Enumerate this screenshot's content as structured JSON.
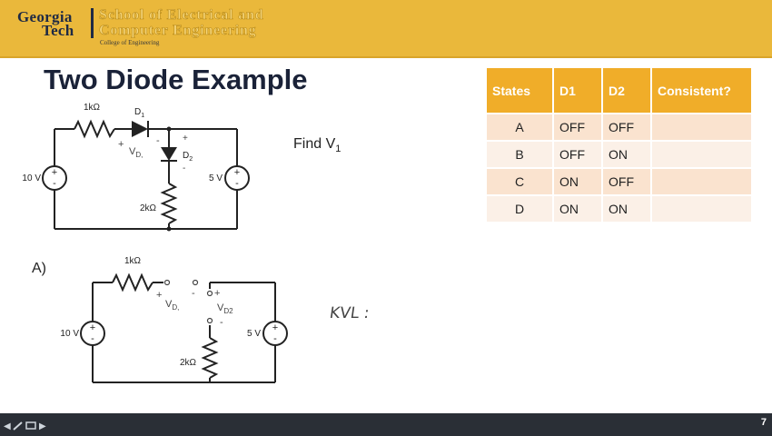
{
  "header": {
    "logo_line1": "Georgia",
    "logo_line2": "Tech",
    "school_line1": "School of Electrical and",
    "school_line2": "Computer Engineering",
    "college": "College of Engineering"
  },
  "slide": {
    "title": "Two Diode Example",
    "find_prefix": "Find V",
    "find_subscript": "1",
    "part_label": "A)",
    "kvl_note": "KVL :",
    "page_number": "7"
  },
  "circuit_top": {
    "r1": "1kΩ",
    "d1": "D",
    "d1_sub": "1",
    "d2": "D",
    "d2_sub": "2",
    "source_left": "10 V",
    "source_right": "5 V",
    "r2": "2kΩ",
    "vd1_note": "V",
    "vd1_sub": "D,",
    "plus": "+",
    "minus": "-"
  },
  "circuit_bottom": {
    "r1": "1kΩ",
    "source_left": "10 V",
    "source_right": "5 V",
    "r2": "2kΩ",
    "vd1_note": "V",
    "vd1_sub": "D,",
    "vd2_note": "V",
    "vd2_sub": "D2",
    "plus": "+",
    "minus": "-"
  },
  "table": {
    "headers": [
      "States",
      "D1",
      "D2",
      "Consistent?"
    ],
    "rows": [
      [
        "A",
        "OFF",
        "OFF",
        ""
      ],
      [
        "B",
        "OFF",
        "ON",
        ""
      ],
      [
        "C",
        "ON",
        "OFF",
        ""
      ],
      [
        "D",
        "ON",
        "ON",
        ""
      ]
    ]
  },
  "toolbar": {
    "icons": [
      "prev-arrow-icon",
      "pen-icon",
      "screen-icon",
      "next-arrow-icon"
    ]
  },
  "colors": {
    "header_bg": "#eab83b",
    "title": "#1a2238",
    "table_header": "#f0ad29",
    "row_odd": "#fae3cf",
    "row_even": "#fbf0e7",
    "bottom_bar": "#2a2f36"
  }
}
